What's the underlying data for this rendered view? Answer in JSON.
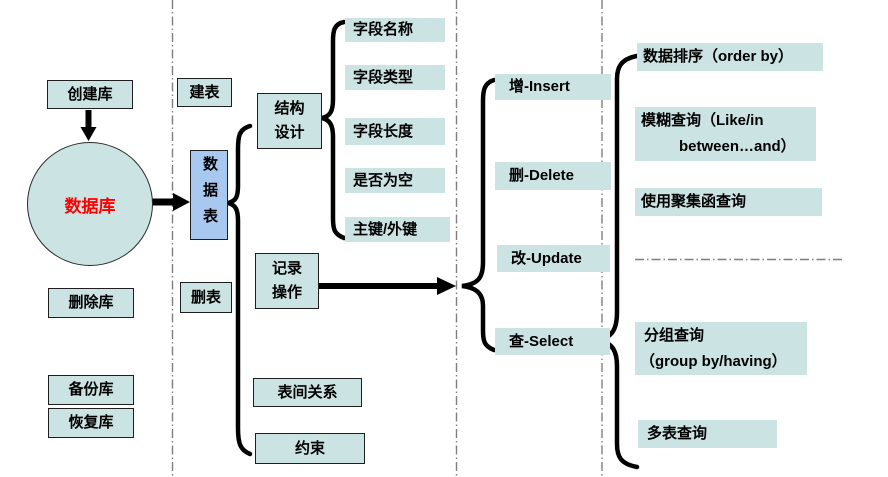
{
  "colors": {
    "node_fill": "#cbe3e2",
    "table_fill": "#a8c8f0",
    "accent_red": "#ff0000",
    "wire_black": "#000000",
    "separator_gray": "#7f7f7f"
  },
  "left_column": {
    "create_db": "创建库",
    "database": "数据库",
    "drop_db": "删除库",
    "backup_db": "备份库",
    "restore_db": "恢复库"
  },
  "table_column": {
    "create_table": "建表",
    "data_table": "数据表",
    "drop_table": "删表"
  },
  "design_column": {
    "structure_design_line1": "结构",
    "structure_design_line2": "设计",
    "record_ops_line1": "记录",
    "record_ops_line2": "操作",
    "table_relations": "表间关系",
    "constraints": "约束"
  },
  "fields": [
    "字段名称",
    "字段类型",
    "字段长度",
    "是否为空",
    "主键/外键"
  ],
  "crud": [
    "增-Insert",
    "删-Delete",
    "改-Update",
    "查-Select"
  ],
  "queries": {
    "order_by": "数据排序（order by）",
    "fuzzy_line1": "模糊查询（Like/in",
    "fuzzy_line2": "between…and）",
    "aggregate": "使用聚集函查询",
    "group_line1": "分组查询",
    "group_line2": "（group by/having）",
    "multi_table": "多表查询"
  }
}
